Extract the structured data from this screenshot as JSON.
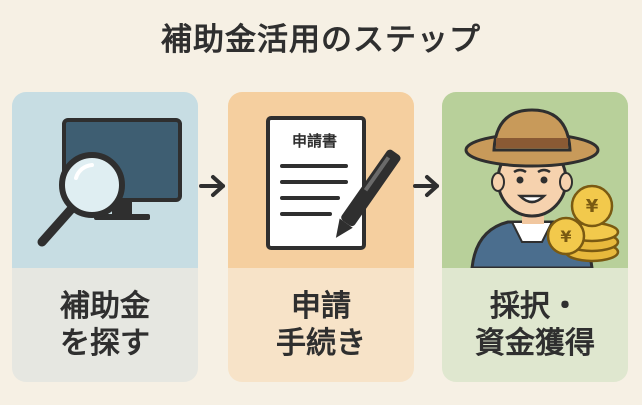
{
  "title": "補助金活用のステップ",
  "steps": [
    {
      "line1": "補助金",
      "line2": "を探す",
      "icon": "computer-magnifier-icon"
    },
    {
      "line1": "申請",
      "line2": "手続き",
      "icon": "application-document-pen-icon",
      "doc_title": "申請書"
    },
    {
      "line1": "採択・",
      "line2": "資金獲得",
      "icon": "farmer-with-coins-icon",
      "coin_symbol": "¥"
    }
  ],
  "colors": {
    "background": "#f6f0e4",
    "card1_top": "#c7dde3",
    "card2_top": "#f5cf9f",
    "card3_top": "#b8d09a",
    "text": "#2f2f2f"
  }
}
